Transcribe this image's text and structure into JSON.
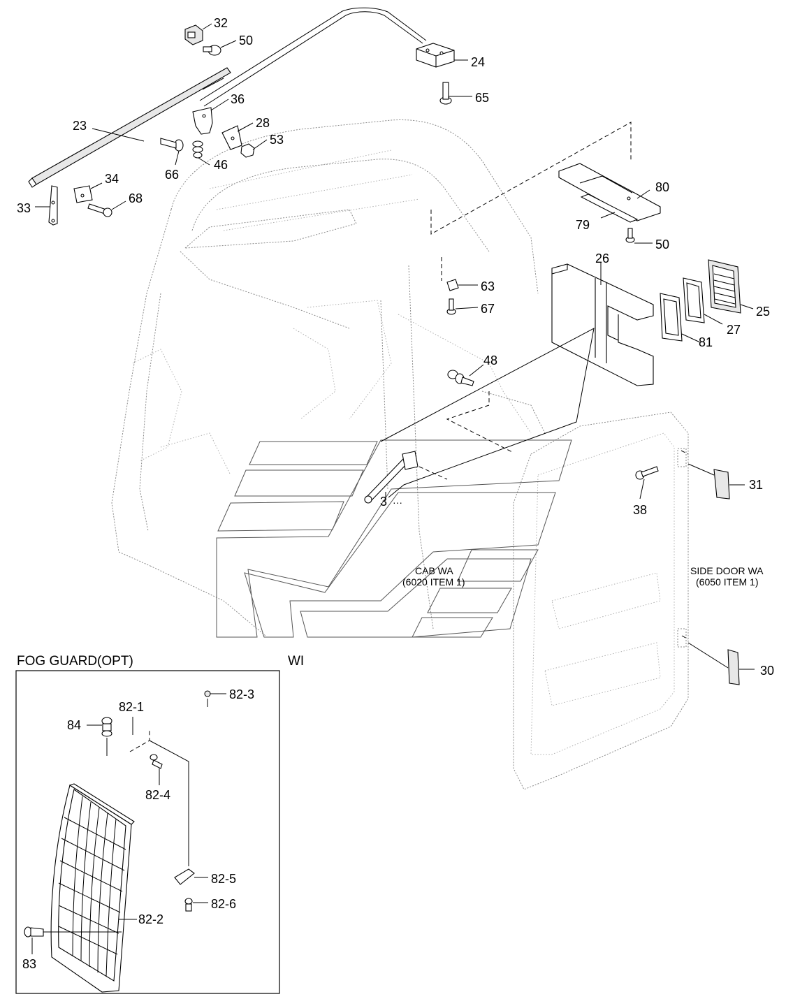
{
  "labels": {
    "p32": "32",
    "p50a": "50",
    "p24": "24",
    "p65": "65",
    "p36": "36",
    "p28": "28",
    "p53": "53",
    "p23": "23",
    "p66": "66",
    "p46": "46",
    "p34": "34",
    "p68": "68",
    "p33": "33",
    "p80": "80",
    "p79": "79",
    "p50b": "50",
    "p26": "26",
    "p63": "63",
    "p67": "67",
    "p25": "25",
    "p27": "27",
    "p81": "81",
    "p48": "48",
    "p3": "3",
    "p31": "31",
    "p38": "38",
    "p30": "30",
    "p82_1": "82-1",
    "p82_2": "82-2",
    "p82_3": "82-3",
    "p82_4": "82-4",
    "p82_5": "82-5",
    "p82_6": "82-6",
    "p83": "83",
    "p84": "84"
  },
  "notes": {
    "cab_wa_1": "CAB WA",
    "cab_wa_2": "(6020 ITEM 1)",
    "side_door_1": "SIDE DOOR WA",
    "side_door_2": "(6050 ITEM 1)",
    "wi": "WI"
  },
  "inset": {
    "title": "FOG GUARD(OPT)"
  }
}
